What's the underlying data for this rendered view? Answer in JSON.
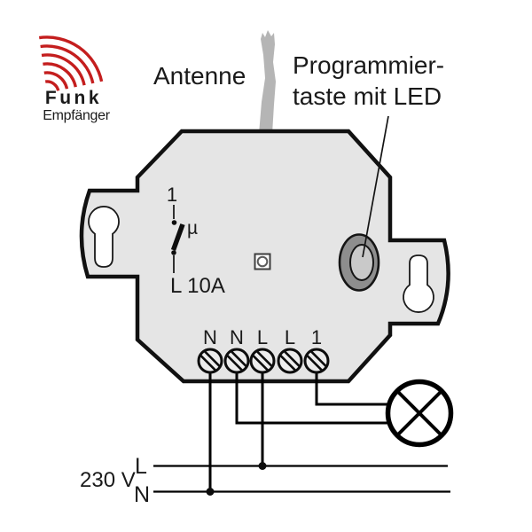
{
  "logo": {
    "brand": "Funk",
    "sub": "Empfänger"
  },
  "annotations": {
    "antenna": "Antenne",
    "program_line1": "Programmier-",
    "program_line2": "taste mit LED"
  },
  "device": {
    "channel": "1",
    "contact_type": "µ",
    "rating": "L 10A",
    "terminals": [
      "N",
      "N",
      "L",
      "L",
      "1"
    ]
  },
  "power": {
    "voltage": "230 V",
    "live": "L",
    "neutral": "N"
  },
  "colors": {
    "body": "#e5e5e5",
    "outline": "#111111",
    "antenna": "#b5b5b5",
    "logo_red": "#c41e1e",
    "button_outer": "#8e8e8e",
    "button_inner": "#c9c9c9"
  }
}
